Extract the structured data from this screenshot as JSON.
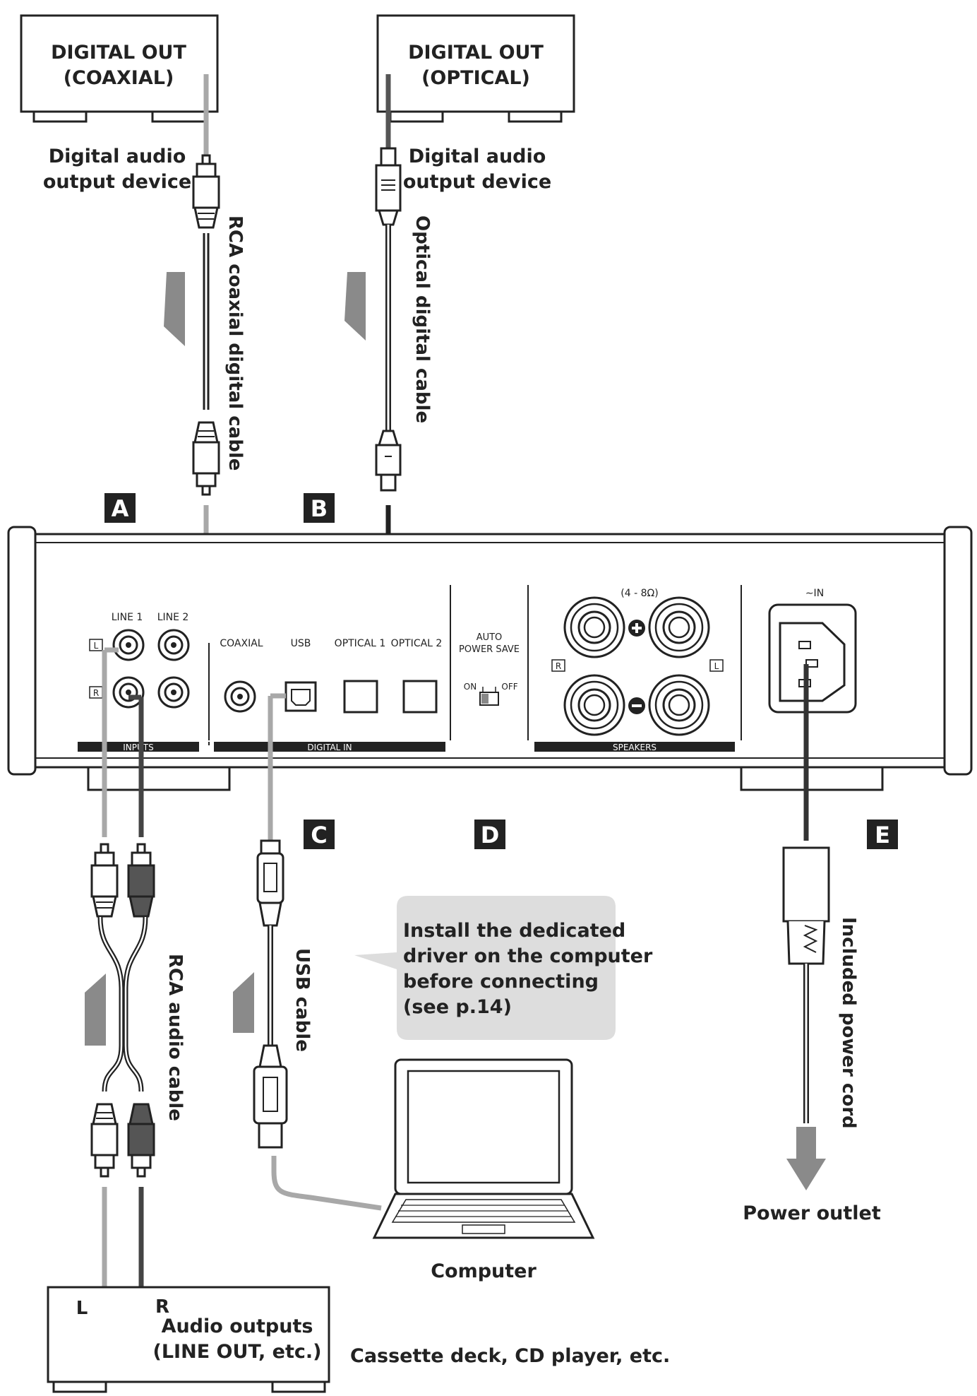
{
  "devices": {
    "coax_box": {
      "line1": "DIGITAL OUT",
      "line2": "(COAXIAL)"
    },
    "optical_box": {
      "line1": "DIGITAL OUT",
      "line2": "(OPTICAL)"
    },
    "coax_device": {
      "line1": "Digital audio",
      "line2": "output device"
    },
    "optical_device": {
      "line1": "Digital audio",
      "line2": "output device"
    },
    "analog_box": {
      "line1": "Audio outputs",
      "line2": "(LINE OUT, etc.)",
      "left": "L",
      "right": "R"
    },
    "analog_device": "Cassette deck, CD player, etc.",
    "computer": "Computer",
    "outlet": "Power outlet"
  },
  "cables": {
    "coax": "RCA coaxial digital  cable",
    "optical": "Optical digital  cable",
    "rca": "RCA audio cable",
    "usb": "USB  cable",
    "power": "Included power cord"
  },
  "callout": {
    "line1": "Install the dedicated",
    "line2": "driver on the computer",
    "line3": "before connecting",
    "line4": "(see p.14)"
  },
  "sections": {
    "a": "A",
    "b": "B",
    "c": "C",
    "d": "D",
    "e": "E"
  },
  "panel": {
    "line1": "LINE 1",
    "line2": "LINE 2",
    "ch_l": "L",
    "ch_r": "R",
    "inputs_bar": "INPUTS",
    "coaxial": "COAXIAL",
    "usb": "USB",
    "optical1": "OPTICAL 1",
    "optical2": "OPTICAL 2",
    "digital_in_bar": "DIGITAL IN",
    "auto": "AUTO",
    "power_save": "POWER SAVE",
    "on": "ON",
    "off": "OFF",
    "impedance": "(4 - 8Ω)",
    "spk_r": "R",
    "spk_l": "L",
    "speakers_bar": "SPEAKERS",
    "ac_in": "∼IN"
  },
  "colors": {
    "dark": "#222222",
    "light_cable": "#a8a8a8",
    "callout_bg": "#dddddd",
    "arrow": "#8a8a8a"
  }
}
